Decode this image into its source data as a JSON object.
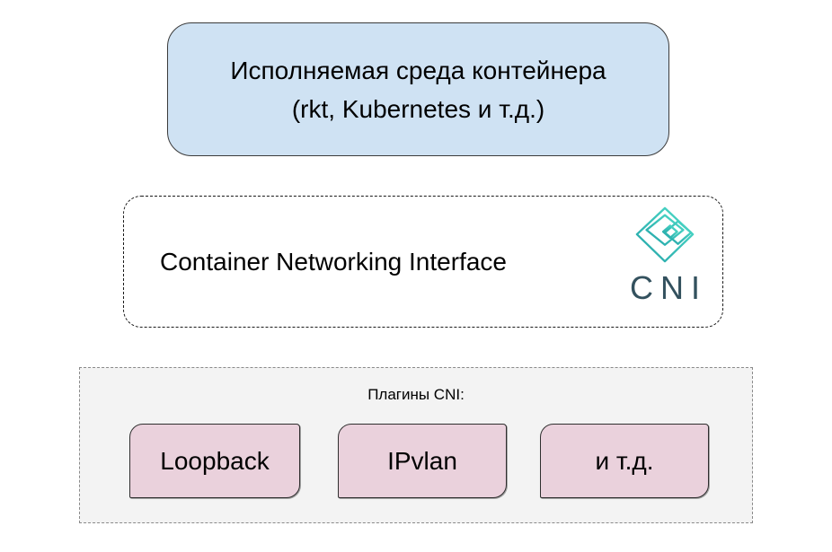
{
  "colors": {
    "runtime_fill": "#cfe2f3",
    "plugin_fill": "#ead1dc",
    "plugins_panel_fill": "#f3f3f3",
    "logo_teal_dark": "#23a3a8",
    "logo_teal_light": "#4fdec9",
    "logo_wordmark": "#33515e"
  },
  "runtime_box": {
    "line1": "Исполняемая среда контейнера",
    "line2": "(rkt, Kubernetes и т.д.)"
  },
  "cni_box": {
    "title": "Container Networking Interface",
    "logo": {
      "icon": "cni-cube-logo",
      "wordmark": "CNI"
    }
  },
  "plugins_panel": {
    "label": "Плагины CNI:",
    "plugins": [
      {
        "label": "Loopback"
      },
      {
        "label": "IPvlan"
      },
      {
        "label": "и т.д."
      }
    ]
  }
}
